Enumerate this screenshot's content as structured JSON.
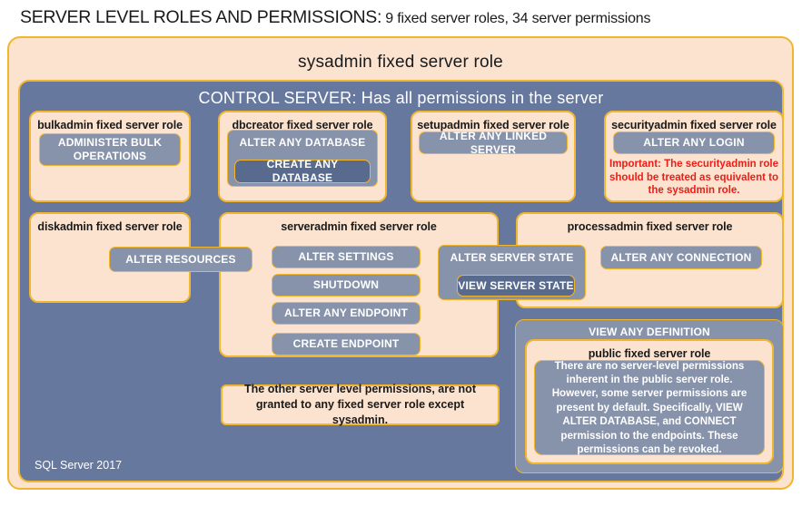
{
  "title": {
    "main": "SERVER LEVEL ROLES AND PERMISSIONS:",
    "sub": " 9 fixed server roles, 34 server permissions"
  },
  "sysadmin": {
    "label": "sysadmin fixed server role"
  },
  "control_server": {
    "label": "CONTROL SERVER: Has all permissions in the server",
    "footer": "SQL Server 2017"
  },
  "roles": {
    "bulkadmin": {
      "title": "bulkadmin fixed server role",
      "permission": "ADMINISTER  BULK OPERATIONS"
    },
    "dbcreator": {
      "title": "dbcreator fixed server role",
      "permission_outer": "ALTER ANY DATABASE",
      "permission_inner": "CREATE ANY DATABASE"
    },
    "setupadmin": {
      "title": "setupadmin fixed server role",
      "permission": "ALTER ANY LINKED SERVER"
    },
    "securityadmin": {
      "title": "securityadmin fixed server role",
      "permission": "ALTER ANY LOGIN",
      "warning": "Important:  The securityadmin role should  be treated as equivalent to the sysadmin role."
    },
    "diskadmin": {
      "title": "diskadmin fixed server role",
      "permission": "ALTER RESOURCES"
    },
    "serveradmin": {
      "title": "serveradmin fixed server role",
      "permissions": [
        "ALTER SETTINGS",
        "SHUTDOWN",
        "ALTER ANY ENDPOINT",
        "CREATE ENDPOINT"
      ],
      "permission_server_state": "ALTER SERVER STATE",
      "permission_view_server_state": "VIEW SERVER STATE"
    },
    "processadmin": {
      "title": "processadmin fixed server role",
      "permission": "ALTER ANY CONNECTION"
    },
    "public": {
      "view_any_definition": "VIEW ANY DEFINITION",
      "title": "public fixed server role",
      "description": "There are no server-level permissions inherent in the public server role. However, some server permissions are present by default. Specifically, VIEW ALTER DATABASE, and CONNECT permission to the endpoints. These permissions can be revoked."
    }
  },
  "notes": {
    "other_permissions": "The other server level permissions,  are not granted to any fixed server role except sysadmin."
  },
  "colors": {
    "peach": "#fbe3d0",
    "gold_border": "#f2b52e",
    "slate_panel": "#67789f",
    "slate_chip": "#8793ab",
    "slate_chip_dark": "#586b8f",
    "warning_red": "#ee1c16"
  }
}
